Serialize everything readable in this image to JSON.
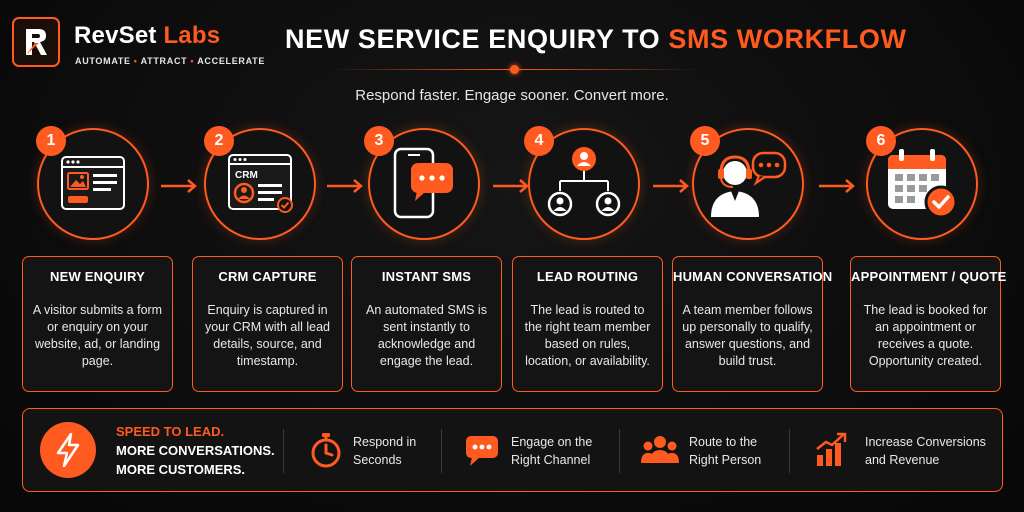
{
  "header": {
    "brand_main": "RevSet",
    "brand_accent": " Labs",
    "tagline_1": "AUTOMATE",
    "tagline_2": "ATTRACT",
    "tagline_3": "ACCELERATE",
    "tagline_sep": "•",
    "title_main": "NEW SERVICE ENQUIRY TO ",
    "title_accent": "SMS WORKFLOW",
    "subtitle": "Respond faster. Engage sooner. Convert more."
  },
  "colors": {
    "accent": "#ff5a1f",
    "background": "#0d0d0d",
    "text": "#ffffff"
  },
  "steps": [
    {
      "number": "1",
      "icon": "browser-form-icon",
      "title": "NEW ENQUIRY",
      "desc": "A visitor submits a form or enquiry on your website, ad, or landing page."
    },
    {
      "number": "2",
      "icon": "crm-icon",
      "crm_label": "CRM",
      "title": "CRM CAPTURE",
      "desc": "Enquiry is captured in your CRM with all lead details, source, and timestamp."
    },
    {
      "number": "3",
      "icon": "smartphone-sms-icon",
      "title": "INSTANT SMS",
      "desc": "An automated SMS is sent instantly to acknowledge and engage the lead."
    },
    {
      "number": "4",
      "icon": "lead-routing-icon",
      "title": "LEAD ROUTING",
      "desc": "The lead is routed to the right team member based on rules, location, or availability."
    },
    {
      "number": "5",
      "icon": "headset-agent-icon",
      "title": "HUMAN CONVERSATION",
      "desc": "A team member follows up personally to qualify, answer questions, and build trust."
    },
    {
      "number": "6",
      "icon": "calendar-check-icon",
      "title": "APPOINTMENT / QUOTE",
      "desc": "The lead is booked for an appointment or receives a quote. Opportunity created."
    }
  ],
  "banner": {
    "line_1": "SPEED TO LEAD.",
    "line_2": "MORE CONVERSATIONS.",
    "line_3": "MORE CUSTOMERS.",
    "benefits": [
      {
        "icon": "stopwatch-icon",
        "line_1": "Respond in",
        "line_2": "Seconds"
      },
      {
        "icon": "chat-bubble-icon",
        "line_1": "Engage on the",
        "line_2": "Right Channel"
      },
      {
        "icon": "team-icon",
        "line_1": "Route to the",
        "line_2": "Right Person"
      },
      {
        "icon": "growth-chart-icon",
        "line_1": "Increase Conversions",
        "line_2": "and Revenue"
      }
    ]
  }
}
